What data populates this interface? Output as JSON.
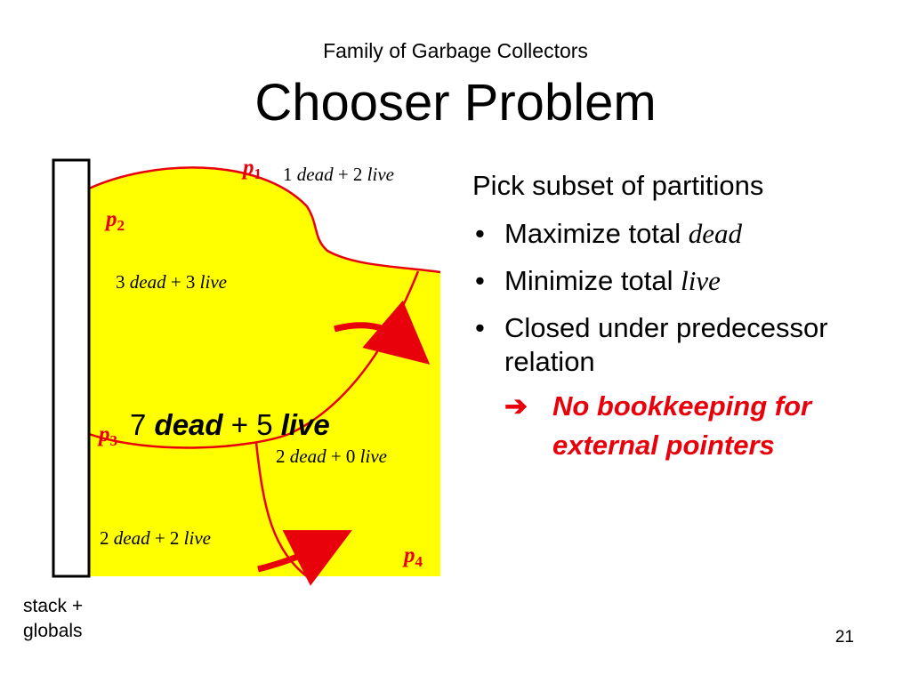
{
  "slide": {
    "supertitle": "Family of Garbage Collectors",
    "title": "Chooser Problem",
    "number": "21"
  },
  "diagram": {
    "region_color": "#ffff00",
    "edge_color": "#e8000b",
    "stack_label_lines": [
      "stack +",
      "globals"
    ],
    "partitions": [
      {
        "p": "p",
        "sub": "1",
        "count_dead": "1",
        "count_live": "2"
      },
      {
        "p": "p",
        "sub": "2",
        "count_dead": "3",
        "count_live": "3"
      },
      {
        "p": "p",
        "sub": "3",
        "count_dead": "2",
        "count_live": "2"
      },
      {
        "p": "p",
        "sub": "4",
        "count_dead": "2",
        "count_live": "0"
      }
    ],
    "word_dead": "dead",
    "word_live": "live",
    "plus": "+",
    "total": {
      "dead": "7",
      "live": "5"
    }
  },
  "bullets": {
    "heading": "Pick subset of partitions",
    "items": [
      {
        "text": "Maximize total ",
        "term": "dead"
      },
      {
        "text": "Minimize total ",
        "term": "live"
      },
      {
        "text": "Closed under predecessor relation",
        "term": ""
      }
    ],
    "bullet_glyph": "•",
    "conclusion_arrow": "➔",
    "conclusion": "No bookkeeping for external pointers"
  }
}
